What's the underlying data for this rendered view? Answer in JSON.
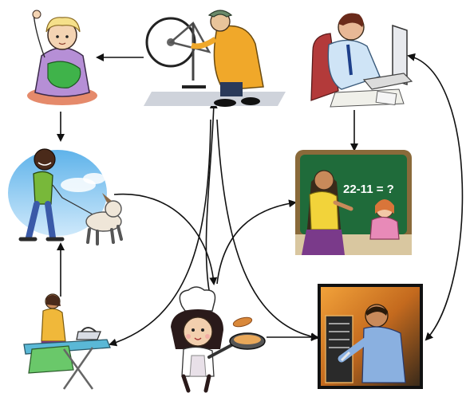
{
  "nodes": [
    {
      "id": "sewing-girl",
      "icon": "girl-sewing-icon"
    },
    {
      "id": "bike-mechanic",
      "icon": "bicycle-repair-icon"
    },
    {
      "id": "office-worker",
      "icon": "office-worker-computer-icon"
    },
    {
      "id": "dog-walker",
      "icon": "dog-walking-icon"
    },
    {
      "id": "teacher",
      "icon": "teacher-chalkboard-icon"
    },
    {
      "id": "ironing-woman",
      "icon": "woman-ironing-icon"
    },
    {
      "id": "chef-girl",
      "icon": "girl-chef-pancake-icon"
    },
    {
      "id": "computer-technician",
      "icon": "computer-technician-icon"
    }
  ],
  "edges": [
    {
      "from": "bike-mechanic",
      "to": "sewing-girl"
    },
    {
      "from": "sewing-girl",
      "to": "dog-walker"
    },
    {
      "from": "ironing-woman",
      "to": "dog-walker"
    },
    {
      "from": "office-worker",
      "to": "teacher"
    },
    {
      "from": "dog-walker",
      "to": "chef-girl"
    },
    {
      "from": "chef-girl",
      "to": "bike-mechanic"
    },
    {
      "from": "bike-mechanic",
      "to": "ironing-woman"
    },
    {
      "from": "bike-mechanic",
      "to": "computer-technician"
    },
    {
      "from": "chef-girl",
      "to": "computer-technician"
    },
    {
      "from": "chef-girl",
      "to": "teacher"
    },
    {
      "from": "office-worker",
      "to": "computer-technician",
      "bidirectional": true
    }
  ],
  "board": {
    "equation": "22-11 = ?"
  },
  "colors": {
    "arrow": "#111111",
    "chalkboard": "#1f6b3a",
    "board_frame": "#8a6a3a"
  }
}
